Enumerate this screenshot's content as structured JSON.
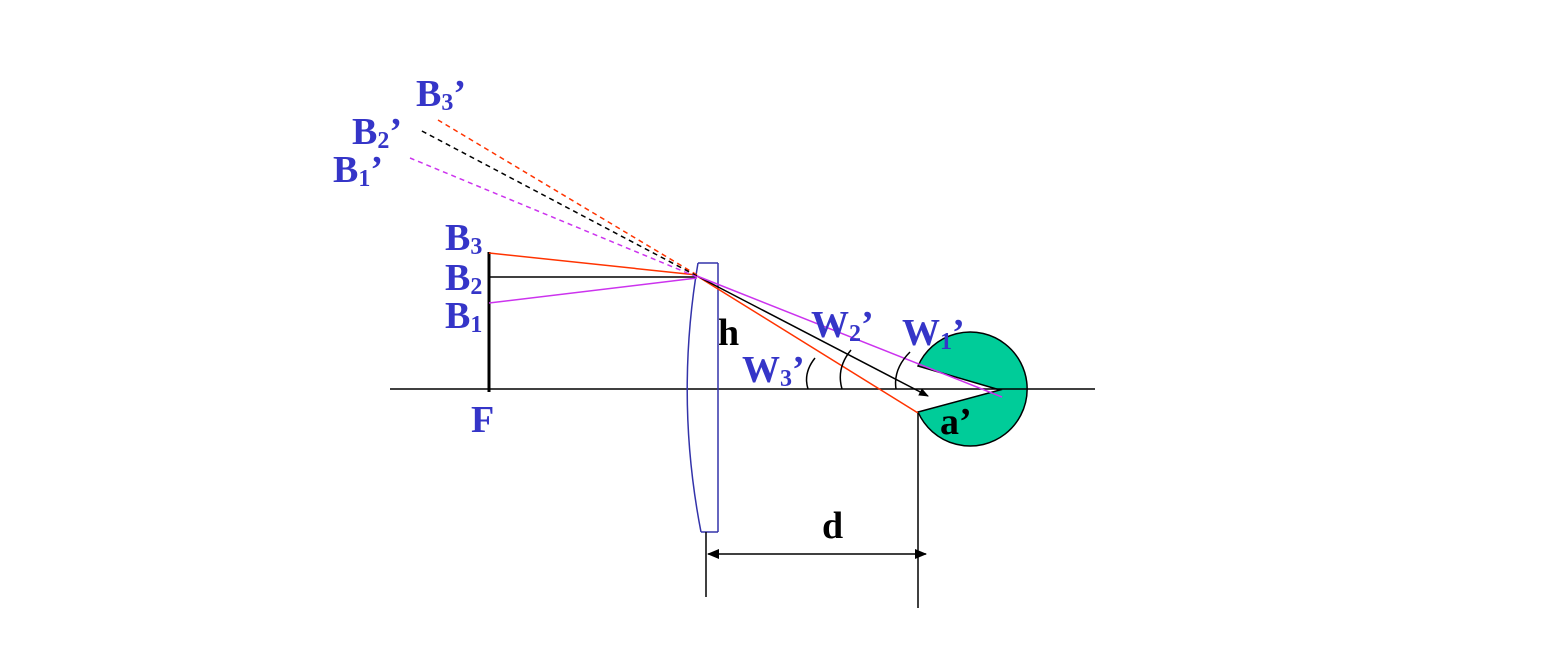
{
  "labels": {
    "b3_prime": {
      "base": "B",
      "sub": "3",
      "suffix": "’"
    },
    "b2_prime": {
      "base": "B",
      "sub": "2",
      "suffix": "’"
    },
    "b1_prime": {
      "base": "B",
      "sub": "1",
      "suffix": "’"
    },
    "b3": {
      "base": "B",
      "sub": "3"
    },
    "b2": {
      "base": "B",
      "sub": "2"
    },
    "b1": {
      "base": "B",
      "sub": "1"
    },
    "f": "F",
    "h": "h",
    "d": "d",
    "a_prime": "a’",
    "w1_prime": {
      "base": "W",
      "sub": "1",
      "suffix": "’"
    },
    "w2_prime": {
      "base": "W",
      "sub": "2",
      "suffix": "’"
    },
    "w3_prime": {
      "base": "W",
      "sub": "3",
      "suffix": "’"
    }
  },
  "colors": {
    "label_blue": "#3535c8",
    "ray_red": "#ff3300",
    "ray_magenta": "#cc33ee",
    "lens_blue": "#3333aa",
    "eye_fill": "#00cc99",
    "line_black": "#000000"
  }
}
